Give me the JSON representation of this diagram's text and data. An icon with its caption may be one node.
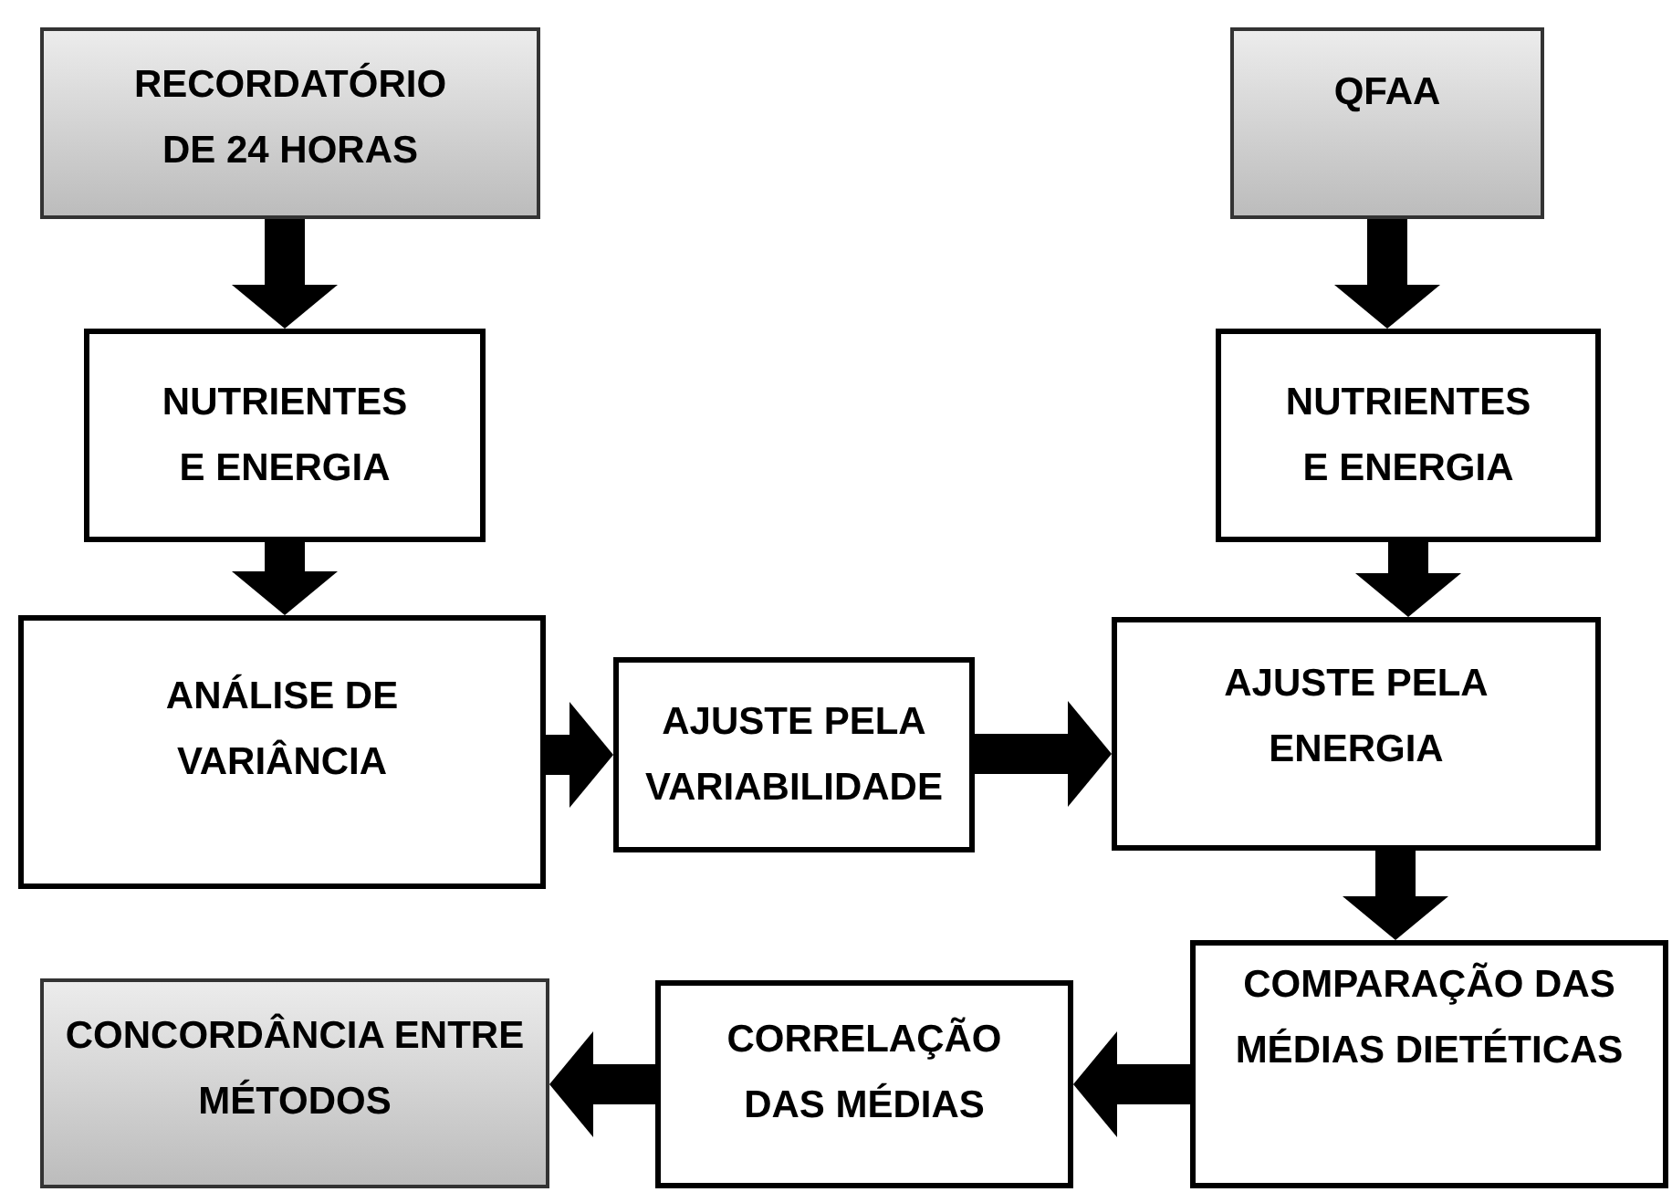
{
  "diagram": {
    "nodes": [
      {
        "text": [
          "RECORDATÓRIO DE 24 HORAS"
        ]
      },
      {
        "text": [
          "QFAA"
        ]
      },
      {
        "text": [
          "NUTRIENTES E ENERGIA"
        ]
      },
      {
        "text": [
          "NUTRIENTES E ENERGIA"
        ]
      },
      {
        "text": [
          "ANÁLISE DE VARIÂNCIA"
        ]
      },
      {
        "text": [
          "AJUSTE PELA VARIABILIDADE"
        ]
      },
      {
        "text": [
          "AJUSTE PELA ENERGIA"
        ]
      },
      {
        "text": [
          "COMPARAÇÃO DAS MÉDIAS DIETÉTICAS"
        ]
      },
      {
        "text": [
          "CORRELAÇÃO DAS MÉDIAS"
        ]
      },
      {
        "text": [
          "CONCORDÂNCIA ENTRE MÉTODOS"
        ]
      }
    ],
    "edges": [
      {
        "from": 0,
        "to": 2,
        "arrow": "to"
      },
      {
        "from": 1,
        "to": 3,
        "arrow": "to"
      },
      {
        "from": 2,
        "to": 4,
        "arrow": "to"
      },
      {
        "from": 3,
        "to": 6,
        "arrow": "to"
      },
      {
        "from": 4,
        "to": 5,
        "arrow": "to"
      },
      {
        "from": 5,
        "to": 6,
        "arrow": "to"
      },
      {
        "from": 6,
        "to": 7,
        "arrow": "to"
      },
      {
        "from": 7,
        "to": 8,
        "arrow": "to"
      },
      {
        "from": 8,
        "to": 9,
        "arrow": "to"
      }
    ]
  }
}
